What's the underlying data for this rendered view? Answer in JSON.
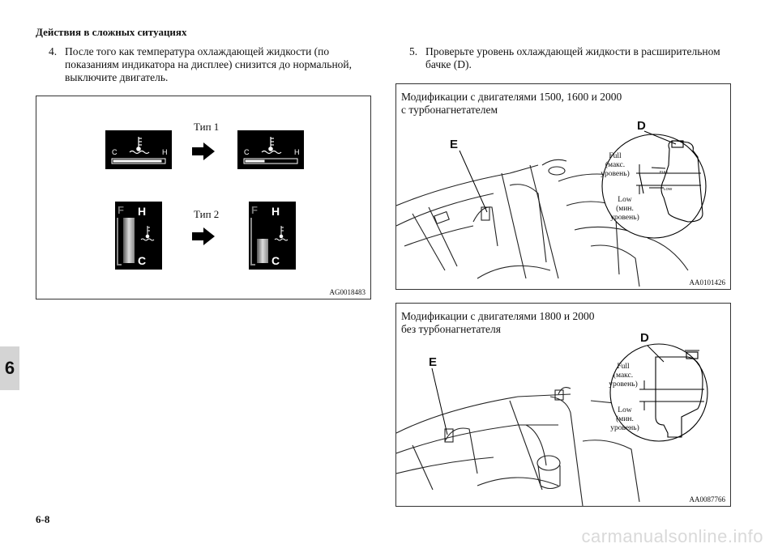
{
  "header": {
    "title": "Действия в сложных ситуациях"
  },
  "steps": {
    "step4": {
      "number": "4.",
      "lines": [
        "После того как температура охлаждающей жидкости (по",
        "показаниям индикатора на дисплее) снизится до нормальной,",
        "выключите двигатель."
      ]
    },
    "step5": {
      "number": "5.",
      "lines": [
        "Проверьте уровень охлаждающей жидкости в расширительном",
        "бачке (D)."
      ]
    }
  },
  "figure_left": {
    "type1_label": "Тип 1",
    "type2_label": "Тип 2",
    "gauge_c": "C",
    "gauge_h": "H",
    "gauge_f": "F",
    "code": "AG0018483"
  },
  "figure_right_top": {
    "caption_line1": "Модификации с двигателями 1500, 1600 и 2000",
    "caption_line2": "с турбонагнетателем",
    "label_d": "D",
    "label_e": "E",
    "full_line1": "Full",
    "full_line2": "(макс.",
    "full_line3": "уровень)",
    "low_line1": "Low",
    "low_line2": "(мин.",
    "low_line3": "уровень)",
    "code": "AA0101426"
  },
  "figure_right_bottom": {
    "caption_line1": "Модификации с двигателями 1800 и 2000",
    "caption_line2": "без турбонагнетателя",
    "label_d": "D",
    "label_e": "E",
    "full_line1": "Full",
    "full_line2": "(макс.",
    "full_line3": "уровень)",
    "low_line1": "Low",
    "low_line2": "(мин.",
    "low_line3": "уровень)",
    "code": "AA0087766"
  },
  "chapter": {
    "number": "6"
  },
  "footer": {
    "page": "6-8",
    "watermark": "carmanualsonline.info"
  }
}
